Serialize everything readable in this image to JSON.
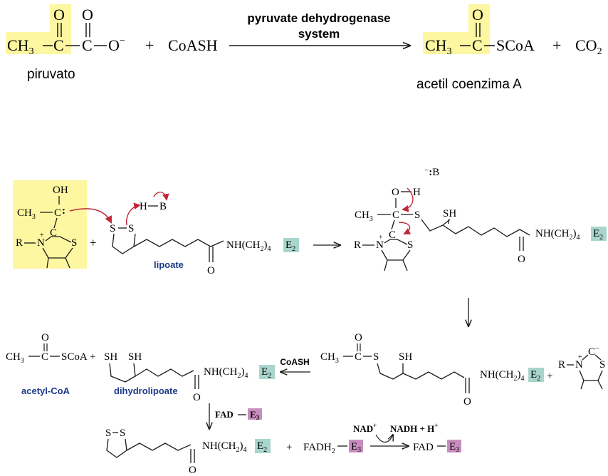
{
  "colors": {
    "yellow_highlight": "#fef7a1",
    "teal_enzyme": "#a8d5cc",
    "purple_enzyme": "#c98ec0",
    "red_arrow": "#c0283a",
    "blue_label": "#1d3a8a",
    "ink": "#1a1a1a"
  },
  "top": {
    "piruvato_formula": {
      "ch3": "CH",
      "sub3": "3",
      "dash1": "—",
      "c1": "C",
      "dash2": "—",
      "c2": "C",
      "o_minus": "—O",
      "minus": "−"
    },
    "piruvato_o1": "O",
    "piruvato_o2": "O",
    "plus1": "+",
    "coash": "CoASH",
    "enzyme_line1": "pyruvate dehydrogenase",
    "enzyme_line2": "system",
    "acetyl_formula": {
      "ch3": "CH",
      "sub3": "3",
      "dash1": "—",
      "c": "C",
      "scoa": "—SCoA"
    },
    "acetyl_o": "O",
    "plus2": "+",
    "co2": "CO",
    "co2_sub": "2",
    "label_piruvato": "piruvato",
    "label_acetil": "acetil coenzima A"
  },
  "mech": {
    "tpp_oh": "OH",
    "tpp_ch3": "CH",
    "tpp_ch3_sub": "3",
    "tpp_c": "C",
    "tpp_carbanion": ":",
    "tpp_r": "R",
    "tpp_n": "N",
    "tpp_nplus": "+",
    "tpp_s": "S",
    "tpp_c2": "C",
    "plus": "+",
    "hb_h": "H",
    "hb_b": "B",
    "lip_s1": "S",
    "lip_s2": "S",
    "lip_nh": "NH(CH",
    "lip_sub2": "2",
    "lip_close": ")",
    "lip_sub4": "4",
    "lip_e2": "E",
    "lip_e2_sub": "2",
    "lip_o": "O",
    "lipoate_label": "lipoate",
    "int_b": "B",
    "int_bminus": "−",
    "int_o": "O",
    "int_h": "H",
    "int_ch3": "CH",
    "int_ch3_sub": "3",
    "int_c": "C",
    "int_s": "S",
    "int_sh": "SH",
    "int_r": "R",
    "int_n": "N",
    "int_nplus": "+",
    "int_s2": "S",
    "int_c2": "C",
    "int_nh": "NH(CH",
    "int_sub2": "2",
    "int_close": ")",
    "int_sub4": "4",
    "int_e2": "E",
    "int_e2_sub": "2",
    "int_o2": "O"
  },
  "row3": {
    "acetylcoa_ch3": "CH",
    "acetylcoa_sub": "3",
    "acetylcoa_c": "C",
    "acetylcoa_scoa": "SCoA",
    "acetylcoa_o": "O",
    "plus": "+",
    "dhl_sh1": "SH",
    "dhl_sh2": "SH",
    "dhl_nh": "NH(CH",
    "dhl_sub2": "2",
    "dhl_close": ")",
    "dhl_sub4": "4",
    "dhl_e2": "E",
    "dhl_e2_sub": "2",
    "dhl_o": "O",
    "label_acetylcoa": "acetyl-CoA",
    "label_dhl": "dihydrolipoate",
    "coash": "CoASH",
    "acl_ch3": "CH",
    "acl_sub": "3",
    "acl_c": "C",
    "acl_s": "S",
    "acl_sh": "SH",
    "acl_o": "O",
    "acl_nh": "NH(CH",
    "acl_sub2": "2",
    "acl_close": ")",
    "acl_sub4": "4",
    "acl_e2": "E",
    "acl_e2_sub": "2",
    "acl_o2": "O",
    "plus2": "+",
    "ylid_r": "R",
    "ylid_n": "N",
    "ylid_nplus": "+",
    "ylid_c": "C",
    "ylid_minus": "−",
    "ylid_s": "S"
  },
  "row4": {
    "fad": "FAD",
    "e3": "E",
    "e3_sub": "3",
    "lip_s1": "S",
    "lip_s2": "S",
    "lip_nh": "NH(CH",
    "lip_sub2": "2",
    "lip_close": ")",
    "lip_sub4": "4",
    "lip_e2": "E",
    "lip_e2_sub": "2",
    "lip_o": "O",
    "plus": "+",
    "fadh2": "FADH",
    "fadh2_sub": "2",
    "fadh2_e3": "E",
    "fadh2_e3_sub": "3",
    "nad": "NAD",
    "nad_plus": "+",
    "nadh": "NADH + H",
    "nadh_plus": "+",
    "fad_out": "FAD",
    "fad_out_e3": "E",
    "fad_out_e3_sub": "3"
  }
}
